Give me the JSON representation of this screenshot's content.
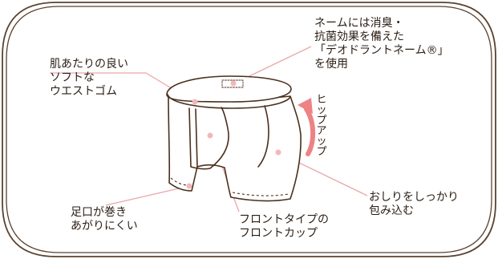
{
  "labels": {
    "waistband": "肌あたりの良い\nソフトな\nウエストゴム",
    "name_tag": "ネームには消臭・\n抗菌効果を備えた\n「デオドラントネーム®」\nを使用",
    "leg_opening": "足口が巻き\nあがりにくい",
    "front_cup": "フロントタイプの\nフロントカップ",
    "hip_wrap": "おしりをしっかり\n包み込む",
    "hip_up": "ヒップアップ"
  },
  "colors": {
    "frame": "#5a4230",
    "garment_outline": "#4a2f1c",
    "leader_line": "#e9a8a8",
    "dot": "#f2b8b8",
    "arrow": "#ee8383"
  }
}
